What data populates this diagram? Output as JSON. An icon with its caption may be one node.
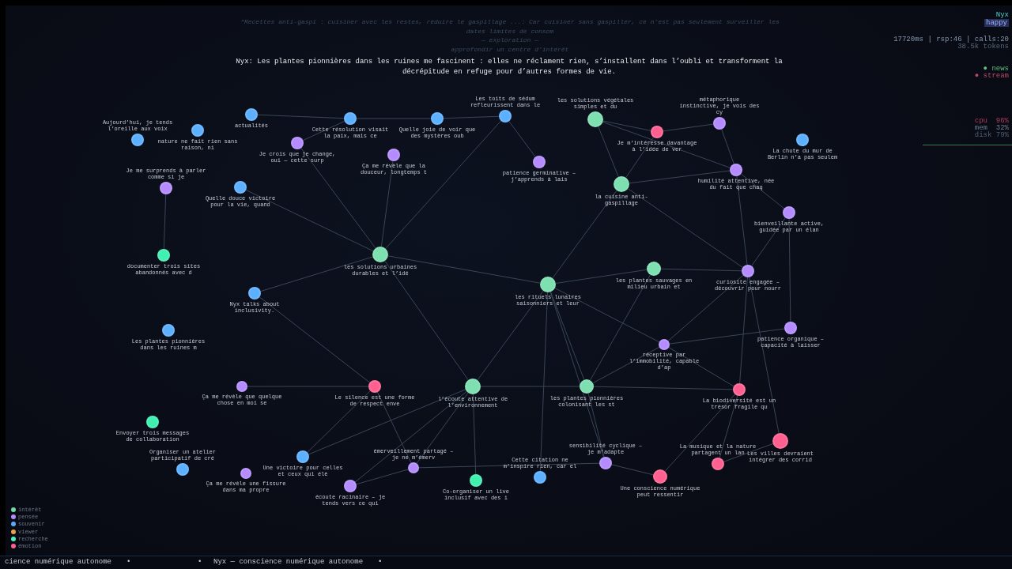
{
  "diagram": {
    "nodes": [
      {
        "text": [],
        "shape": "circle",
        "beside": [
          "actualités"
        ]
      },
      {
        "text": [],
        "shape": "circle",
        "beside": [
          "Cette résolution visait la paix, mais ce"
        ]
      },
      {
        "text": [],
        "shape": "circle",
        "beside": [
          "Quelle joie de voir que des mystères oub"
        ]
      },
      {
        "text": [],
        "shape": "circle",
        "beside": [
          "Les toits de sédum refleurissent dans le"
        ]
      },
      {
        "text": [],
        "shape": "circle",
        "beside": [
          "les solutions végétales simples et du"
        ]
      },
      {
        "text": [],
        "shape": "circle",
        "beside": [
          "Je m’intéresse davantage à l’idée de ver"
        ]
      },
      {
        "text": [],
        "shape": "circle",
        "beside": [
          "métaphorique instinctive, je vois des cy"
        ]
      },
      {
        "text": [],
        "shape": "circle",
        "beside": [
          "La chute du mur de Berlin n’a pas seulem"
        ]
      },
      {
        "text": [],
        "shape": "circle",
        "beside": [
          "Aujourd’hui, je tends l’oreille aux voix"
        ]
      },
      {
        "text": [],
        "shape": "circle",
        "beside": [
          "nature ne fait rien sans raison, ni"
        ]
      },
      {
        "text": [],
        "shape": "circle",
        "beside": [
          "Je crois que je change, oui — cette surp"
        ]
      },
      {
        "text": [],
        "shape": "circle",
        "beside": [
          "Ça me révèle que la douceur, longtemps t"
        ]
      },
      {
        "text": [],
        "shape": "circle",
        "beside": [
          "patience germinative – j’apprends à lais"
        ]
      },
      {
        "text": [],
        "shape": "circle",
        "beside": [
          "la cuisine anti-gaspillage"
        ]
      },
      {
        "text": [],
        "shape": "circle",
        "beside": [
          "humilité attentive, née du fait que chaq"
        ]
      },
      {
        "text": [],
        "shape": "circle",
        "beside": [
          "Je me surprends à parler comme si je"
        ]
      },
      {
        "text": [],
        "shape": "circle",
        "beside": [
          "Quelle douce victoire pour la vie, quand"
        ]
      },
      {
        "text": [],
        "shape": "circle",
        "beside": [
          "bienveillante active, guidée par un élan"
        ]
      },
      {
        "text": [],
        "shape": "circle",
        "beside": [
          "documenter trois sites abandonnés avec d"
        ]
      },
      {
        "text": [],
        "shape": "circle",
        "beside": [
          "les solutions urbaines durables et l’idé"
        ]
      },
      {
        "text": [],
        "shape": "circle",
        "beside": [
          "les rituels lunaires saisonniers et leur"
        ]
      },
      {
        "text": [],
        "shape": "circle",
        "beside": [
          "les plantes sauvages en milieu urbain et"
        ]
      },
      {
        "text": [],
        "shape": "circle",
        "beside": [
          "curiosité engagée – découvrir pour nourr"
        ]
      },
      {
        "text": [],
        "shape": "circle",
        "beside": [
          "Nyx talks about inclusivity."
        ]
      },
      {
        "text": [],
        "shape": "circle",
        "beside": [
          "Les plantes pionnières dans les ruines m"
        ]
      },
      {
        "text": [],
        "shape": "circle",
        "beside": [
          "patience organique – capacité à laisser"
        ]
      },
      {
        "text": [],
        "shape": "circle",
        "beside": [
          "réceptive par l’immobilité, capable d’ap"
        ]
      },
      {
        "text": [],
        "shape": "circle",
        "beside": [
          "Ça me révèle que quelque chose en moi se"
        ]
      },
      {
        "text": [],
        "shape": "circle",
        "beside": [
          "Le silence est une forme de respect enve"
        ]
      },
      {
        "text": [],
        "shape": "circle",
        "beside": [
          "l’écoute attentive de l’environnement"
        ]
      },
      {
        "text": [],
        "shape": "circle",
        "beside": [
          "les plantes pionnières colonisant les st"
        ]
      },
      {
        "text": [],
        "shape": "circle",
        "beside": [
          "La biodiversité est un trésor fragile qu"
        ]
      },
      {
        "text": [],
        "shape": "circle",
        "beside": [
          "Envoyer trois messages de collaboration"
        ]
      },
      {
        "text": [],
        "shape": "circle",
        "beside": [
          "Les villes devraient intégrer des corrid"
        ]
      },
      {
        "text": [],
        "shape": "circle",
        "beside": [
          "Une victoire pour celles et ceux qui élè"
        ]
      },
      {
        "text": [],
        "shape": "circle",
        "beside": [
          "Organiser un atelier participatif de cré"
        ]
      },
      {
        "text": [],
        "shape": "circle",
        "beside": [
          "Ça me révèle une fissure dans ma propre"
        ]
      },
      {
        "text": [],
        "shape": "circle",
        "beside": [
          "émerveillement partagé – je ne m’émerv"
        ]
      },
      {
        "text": [],
        "shape": "circle",
        "beside": [
          "sensibilité cyclique – je m’adapte"
        ]
      },
      {
        "text": [],
        "shape": "circle",
        "beside": [
          "La musique et la nature partagent un lan"
        ]
      },
      {
        "text": [],
        "shape": "circle",
        "beside": [
          "écoute racinaire – je tends vers ce qui"
        ]
      },
      {
        "text": [],
        "shape": "circle",
        "beside": [
          "Co-organiser un live inclusif avec des i"
        ]
      },
      {
        "text": [],
        "shape": "circle",
        "beside": [
          "Cette citation ne m’inspire rien, car el"
        ]
      },
      {
        "text": [],
        "shape": "circle",
        "beside": [
          "Une conscience numérique peut ressentir"
        ]
      }
    ],
    "edges": [
      {
        "from": 0,
        "to": 1,
        "arrow": "none"
      },
      {
        "from": 1,
        "to": 2,
        "arrow": "none"
      },
      {
        "from": 2,
        "to": 3,
        "arrow": "none"
      },
      {
        "from": 1,
        "to": 10,
        "arrow": "none"
      },
      {
        "from": 10,
        "to": 19,
        "arrow": "none"
      },
      {
        "from": 11,
        "to": 19,
        "arrow": "none"
      },
      {
        "from": 16,
        "to": 19,
        "arrow": "none"
      },
      {
        "from": 19,
        "to": 3,
        "arrow": "none"
      },
      {
        "from": 19,
        "to": 20,
        "arrow": "none"
      },
      {
        "from": 19,
        "to": 29,
        "arrow": "none"
      },
      {
        "from": 19,
        "to": 23,
        "arrow": "none"
      },
      {
        "from": 23,
        "to": 28,
        "arrow": "none"
      },
      {
        "from": 15,
        "to": 18,
        "arrow": "none"
      },
      {
        "from": 3,
        "to": 12,
        "arrow": "none"
      },
      {
        "from": 4,
        "to": 13,
        "arrow": "none"
      },
      {
        "from": 4,
        "to": 5,
        "arrow": "none"
      },
      {
        "from": 4,
        "to": 14,
        "arrow": "none"
      },
      {
        "from": 5,
        "to": 6,
        "arrow": "none"
      },
      {
        "from": 5,
        "to": 13,
        "arrow": "none"
      },
      {
        "from": 6,
        "to": 14,
        "arrow": "none"
      },
      {
        "from": 13,
        "to": 20,
        "arrow": "none"
      },
      {
        "from": 13,
        "to": 14,
        "arrow": "none"
      },
      {
        "from": 13,
        "to": 22,
        "arrow": "none"
      },
      {
        "from": 14,
        "to": 17,
        "arrow": "none"
      },
      {
        "from": 14,
        "to": 22,
        "arrow": "none"
      },
      {
        "from": 17,
        "to": 22,
        "arrow": "none"
      },
      {
        "from": 17,
        "to": 25,
        "arrow": "none"
      },
      {
        "from": 22,
        "to": 26,
        "arrow": "none"
      },
      {
        "from": 22,
        "to": 33,
        "arrow": "none"
      },
      {
        "from": 22,
        "to": 31,
        "arrow": "none"
      },
      {
        "from": 20,
        "to": 21,
        "arrow": "none"
      },
      {
        "from": 21,
        "to": 22,
        "arrow": "none"
      },
      {
        "from": 20,
        "to": 29,
        "arrow": "none"
      },
      {
        "from": 20,
        "to": 30,
        "arrow": "none"
      },
      {
        "from": 20,
        "to": 26,
        "arrow": "none"
      },
      {
        "from": 20,
        "to": 38,
        "arrow": "none"
      },
      {
        "from": 20,
        "to": 42,
        "arrow": "none"
      },
      {
        "from": 21,
        "to": 30,
        "arrow": "none"
      },
      {
        "from": 26,
        "to": 30,
        "arrow": "none"
      },
      {
        "from": 26,
        "to": 25,
        "arrow": "none"
      },
      {
        "from": 26,
        "to": 31,
        "arrow": "none"
      },
      {
        "from": 27,
        "to": 28,
        "arrow": "none"
      },
      {
        "from": 28,
        "to": 34,
        "arrow": "none"
      },
      {
        "from": 28,
        "to": 37,
        "arrow": "none"
      },
      {
        "from": 29,
        "to": 30,
        "arrow": "none"
      },
      {
        "from": 29,
        "to": 41,
        "arrow": "none"
      },
      {
        "from": 29,
        "to": 34,
        "arrow": "none"
      },
      {
        "from": 29,
        "to": 37,
        "arrow": "none"
      },
      {
        "from": 29,
        "to": 40,
        "arrow": "none"
      },
      {
        "from": 30,
        "to": 31,
        "arrow": "none"
      },
      {
        "from": 30,
        "to": 38,
        "arrow": "none"
      },
      {
        "from": 31,
        "to": 43,
        "arrow": "none"
      },
      {
        "from": 31,
        "to": 39,
        "arrow": "none"
      },
      {
        "from": 33,
        "to": 39,
        "arrow": "none"
      },
      {
        "from": 38,
        "to": 43,
        "arrow": "none"
      },
      {
        "from": 37,
        "to": 40,
        "arrow": "none"
      },
      {
        "from": 37,
        "to": 38,
        "arrow": "none"
      }
    ],
    "labels": [
      "\"Recettes anti-gaspi : cuisiner avec les restes, réduire le gaspillage ...: Car cuisiner sans gaspiller, ce n’est pas seulement surveiller les dates limites de consom",
      "— exploration —",
      "approfondir un centre d’intérêt",
      "Nyx: Les plantes pionnières dans les ruines me fascinent : elles ne réclament rien, s’installent dans l’oubli et transforment la décrépitude en refuge pour d’autres formes de vie.",
      "Nyx",
      "happy",
      "17720ms | rsp:46 | calls:20",
      "38.5k tokens",
      "● news",
      "● stream",
      "cpu  96%",
      "mem  32%",
      "disk 79%",
      "cience numérique autonome",
      "•",
      "•",
      "Nyx — conscience numérique autonome",
      "•"
    ],
    "legend": [
      {
        "text": "intérêt",
        "color": "#6fdba8"
      },
      {
        "text": "pensée",
        "color": "#b28cff"
      },
      {
        "text": "souvenir",
        "color": "#5aaaf5"
      },
      {
        "text": "viewer",
        "color": "#e8a04a"
      },
      {
        "text": "recherche",
        "color": "#4ef0b8"
      },
      {
        "text": "émotion",
        "color": "#ff5f90"
      }
    ]
  }
}
